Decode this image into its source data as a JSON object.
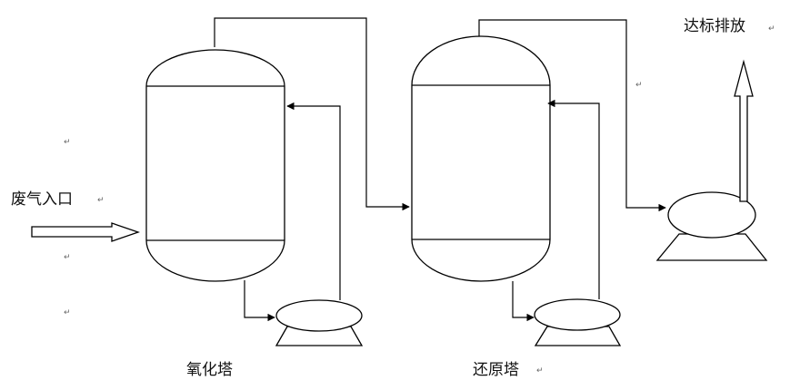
{
  "labels": {
    "inlet": "废气入口",
    "oxidation_tower": "氧化塔",
    "reduction_tower": "还原塔",
    "discharge": "达标排放"
  },
  "para_mark": "↵"
}
